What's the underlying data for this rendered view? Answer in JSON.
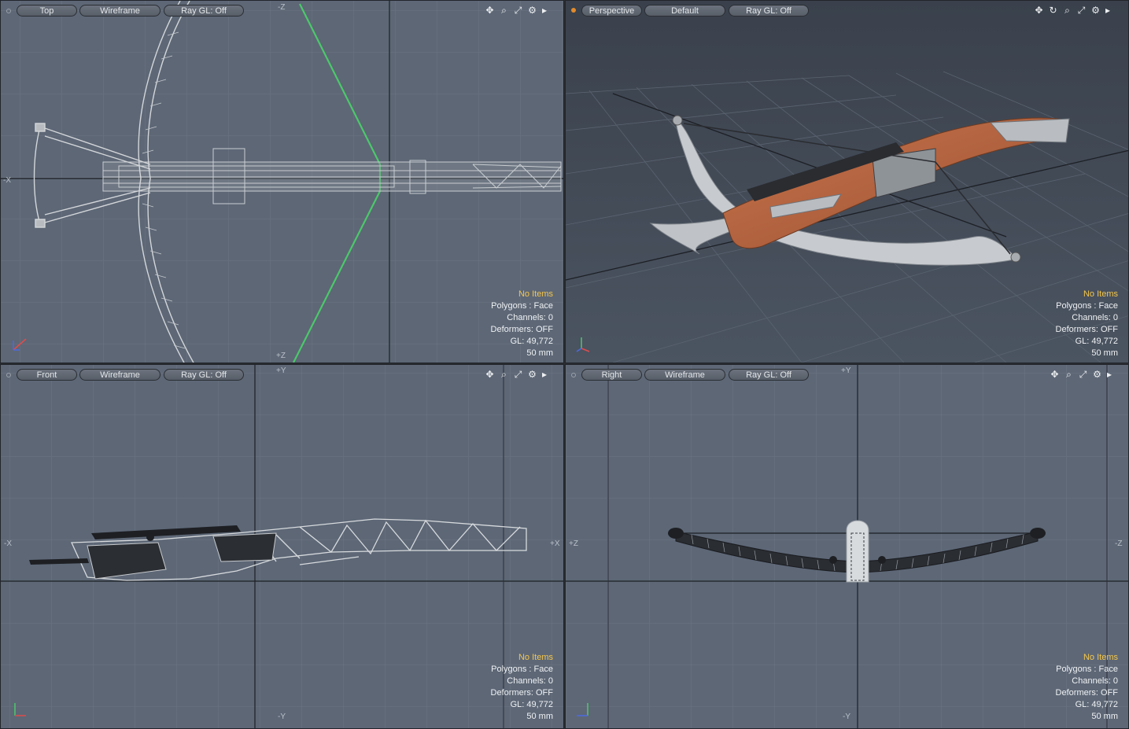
{
  "viewports": [
    {
      "id": "top",
      "view_label": "Top",
      "shading_label": "Wireframe",
      "raygl_label": "Ray GL: Off",
      "axis_labels": {
        "top": "-Z",
        "bottom": "+Z",
        "left": "-X"
      },
      "info": {
        "items": "No Items",
        "polygons": "Polygons : Face",
        "channels": "Channels: 0",
        "deformers": "Deformers: OFF",
        "gl": "GL: 49,772",
        "scale": "50 mm"
      }
    },
    {
      "id": "perspective",
      "view_label": "Perspective",
      "shading_label": "Default",
      "raygl_label": "Ray GL: Off",
      "info": {
        "items": "No Items",
        "polygons": "Polygons : Face",
        "channels": "Channels: 0",
        "deformers": "Deformers: OFF",
        "gl": "GL: 49,772",
        "scale": "50 mm"
      }
    },
    {
      "id": "front",
      "view_label": "Front",
      "shading_label": "Wireframe",
      "raygl_label": "Ray GL: Off",
      "axis_labels": {
        "top": "+Y",
        "bottom": "-Y",
        "left": "-X",
        "right": "+X"
      },
      "info": {
        "items": "No Items",
        "polygons": "Polygons : Face",
        "channels": "Channels: 0",
        "deformers": "Deformers: OFF",
        "gl": "GL: 49,772",
        "scale": "50 mm"
      }
    },
    {
      "id": "right",
      "view_label": "Right",
      "shading_label": "Wireframe",
      "raygl_label": "Ray GL: Off",
      "axis_labels": {
        "top": "+Y",
        "bottom": "-Y",
        "left": "+Z",
        "right": "-Z"
      },
      "info": {
        "items": "No Items",
        "polygons": "Polygons : Face",
        "channels": "Channels: 0",
        "deformers": "Deformers: OFF",
        "gl": "GL: 49,772",
        "scale": "50 mm"
      }
    }
  ],
  "colors": {
    "viewport_bg": "#5d6776",
    "perspective_bg": "#3f4651",
    "grid": "#6a7483",
    "highlight_text": "#f4c64c",
    "camera_frustum": "#4cc86a",
    "wood": "#b4623f",
    "metal": "#cfd3d6"
  },
  "icons": [
    "move-view-icon",
    "orbit-view-icon",
    "zoom-view-icon",
    "maximize-view-icon",
    "gear-icon",
    "more-arrow-icon"
  ]
}
